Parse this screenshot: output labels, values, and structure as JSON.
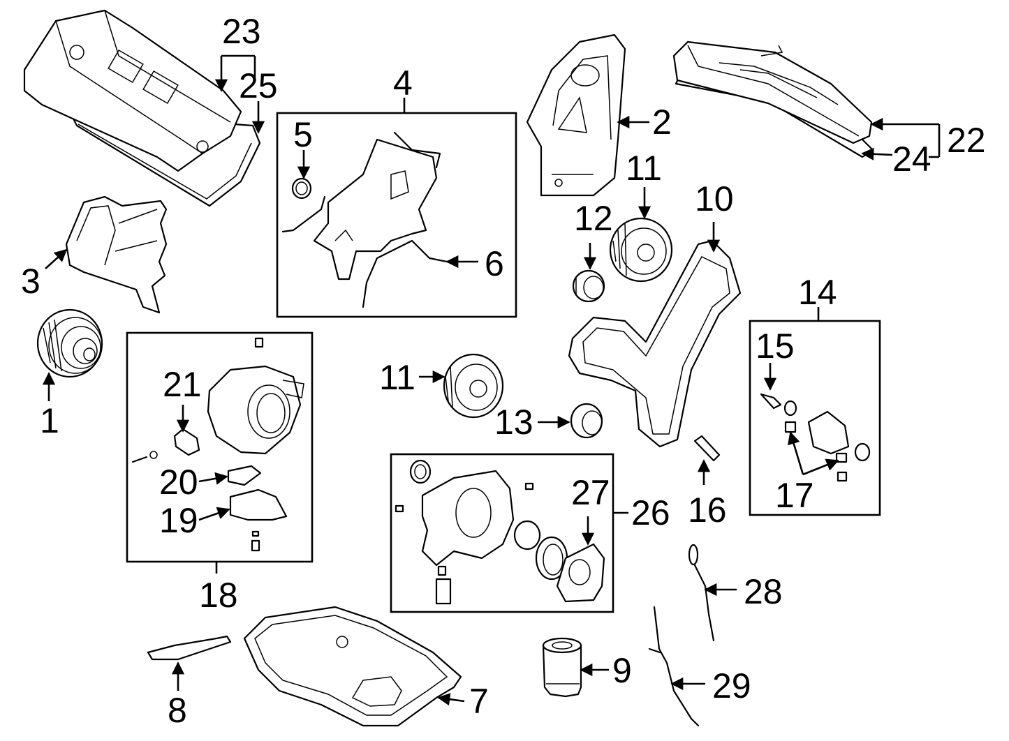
{
  "callouts": {
    "c1": "1",
    "c2": "2",
    "c3": "3",
    "c4": "4",
    "c5": "5",
    "c6": "6",
    "c7": "7",
    "c8": "8",
    "c9": "9",
    "c10": "10",
    "c11a": "11",
    "c11b": "11",
    "c12": "12",
    "c13": "13",
    "c14": "14",
    "c15": "15",
    "c16": "16",
    "c17": "17",
    "c18": "18",
    "c19": "19",
    "c20": "20",
    "c21": "21",
    "c22": "22",
    "c23": "23",
    "c24": "24",
    "c25": "25",
    "c26": "26",
    "c27": "27",
    "c28": "28",
    "c29": "29"
  }
}
